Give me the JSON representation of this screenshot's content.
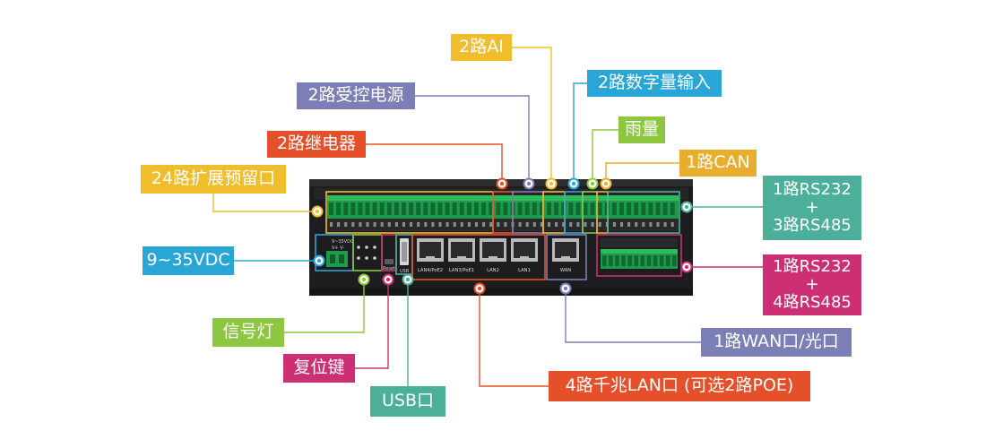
{
  "callouts": {
    "ai": {
      "text": "2路AI",
      "color": "#f0bd2c"
    },
    "digital": {
      "text": "2路数字量输入",
      "color": "#2aa6d6"
    },
    "power": {
      "text": "2路受控电源",
      "color": "#7b7fb5"
    },
    "rain": {
      "text": "雨量",
      "color": "#8dc63f"
    },
    "relay": {
      "text": "2路继电器",
      "color": "#e5502a"
    },
    "can": {
      "text": "1路CAN",
      "color": "#e8ad2c"
    },
    "expansion": {
      "text": "24路扩展预留口",
      "color": "#f0bd2c"
    },
    "rs_a": {
      "line1": "1路RS232",
      "line2": "+",
      "line3": "3路RS485",
      "color": "#4caf9a"
    },
    "dc": {
      "text": "9~35VDC",
      "color": "#2aa6d6"
    },
    "rs_b": {
      "line1": "1路RS232",
      "line2": "+",
      "line3": "4路RS485",
      "color": "#cc2f73"
    },
    "led": {
      "text": "信号灯",
      "color": "#8dc63f"
    },
    "wan": {
      "text": "1路WAN口/光口",
      "color": "#7b7fb5"
    },
    "reset": {
      "text": "复位键",
      "color": "#cc2f73"
    },
    "lan": {
      "text": "4路千兆LAN口 (可选2路POE)",
      "color": "#e5502a"
    },
    "usb": {
      "text": "USB口",
      "color": "#4caf9a"
    }
  },
  "device": {
    "port_labels": [
      "LAN4/PoE2",
      "LAN3/PoE1",
      "LAN2",
      "LAN1",
      "WAN"
    ],
    "power_label": "9~35VDC",
    "usb_label": "USB",
    "reset_label": "Reset"
  }
}
